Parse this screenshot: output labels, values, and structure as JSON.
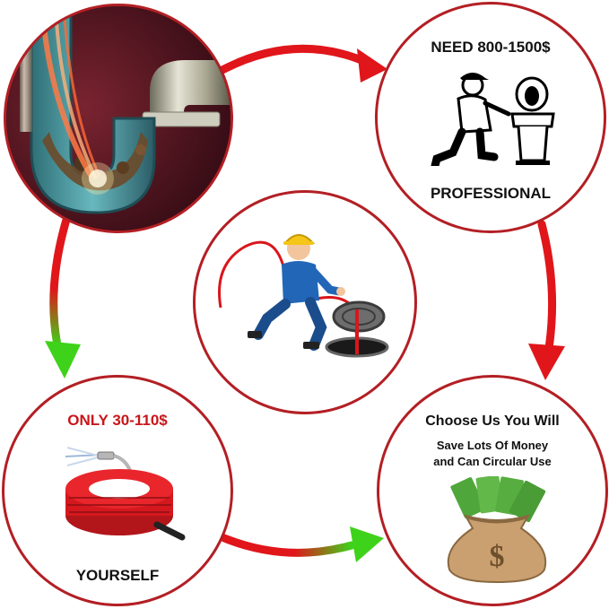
{
  "colors": {
    "ring": "#b31f24",
    "arrow_red": "#e0161b",
    "arrow_green": "#3fd21a",
    "price_red": "#c8161b",
    "text": "#111111"
  },
  "nodes": {
    "clogged_pipe": {
      "icon": "clogged-pipe-icon"
    },
    "professional": {
      "price": "NEED 800-1500$",
      "caption": "PROFESSIONAL",
      "icon": "plumber-toilet-icon"
    },
    "diy_worker": {
      "icon": "worker-manhole-icon"
    },
    "yourself": {
      "price": "ONLY 30-110$",
      "caption": "YOURSELF",
      "icon": "red-hose-reel-icon"
    },
    "savings": {
      "headline": "Choose Us You Will",
      "line1": "Save Lots Of Money",
      "line2": "and Can Circular Use",
      "icon": "money-bag-icon"
    }
  }
}
